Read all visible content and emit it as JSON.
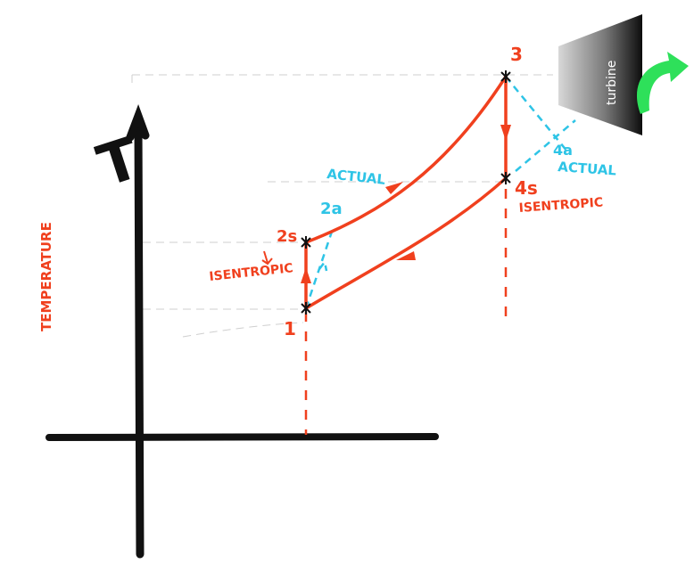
{
  "axis": {
    "y_symbol": "T",
    "y_label": "TEMPERATURE"
  },
  "points": {
    "p1": "1",
    "p2s": "2s",
    "p2a": "2a",
    "p3": "3",
    "p4s": "4s",
    "p4a": "4a"
  },
  "annotations": {
    "actual_compression": "ACTUAL",
    "actual_expansion": "ACTUAL",
    "isentropic_compression": "ISENTROPIC",
    "isentropic_expansion": "ISENTROPIC"
  },
  "turbine": {
    "label": "turbine",
    "arrow_icon": "green-curved-arrow-icon"
  },
  "colors": {
    "cycle": "#f0401e",
    "actual": "#2ec4e6",
    "axis": "#111111",
    "guide": "#c8c8c8",
    "arrow": "#2ee05a"
  }
}
